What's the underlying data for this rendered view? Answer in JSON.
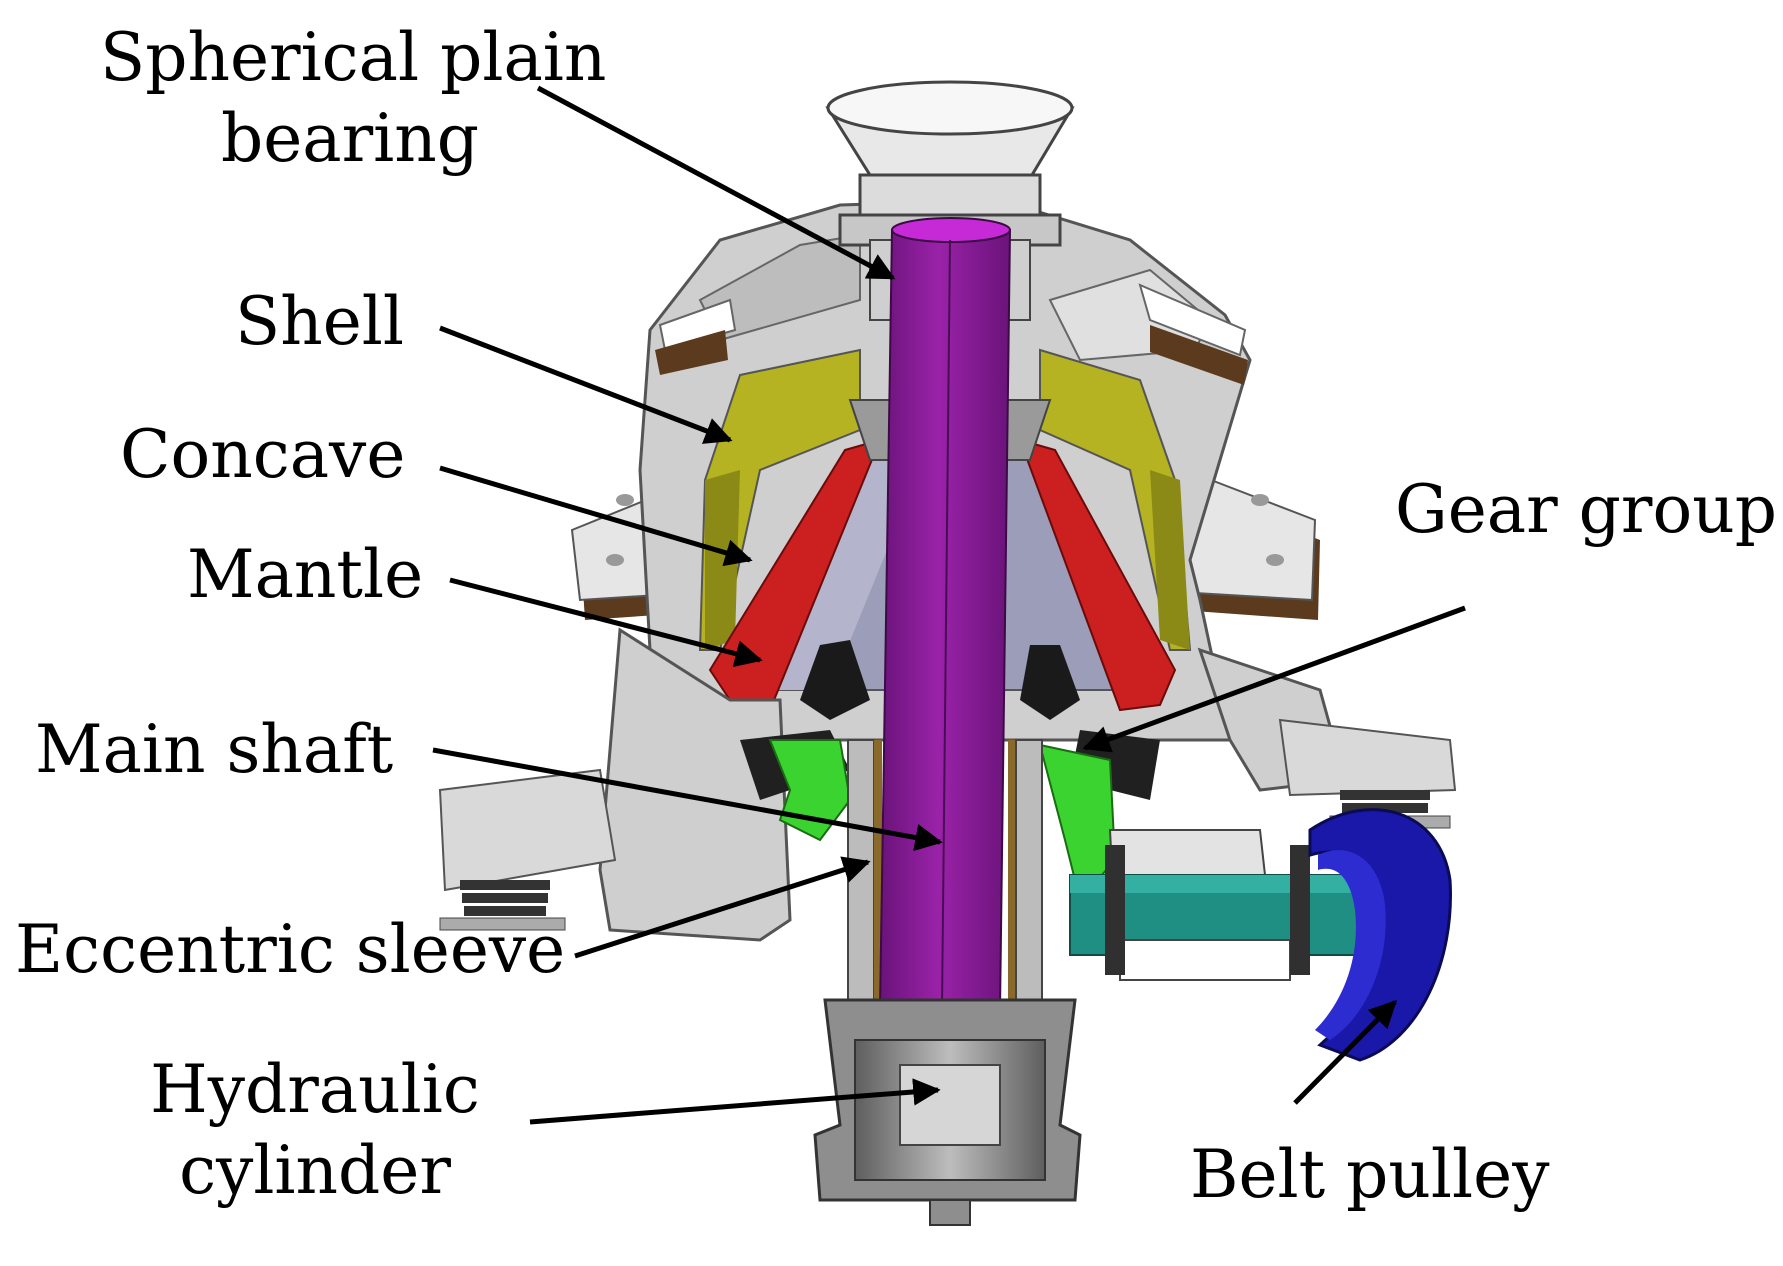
{
  "labels": {
    "spherical_plain_bearing_line1": "Spherical plain",
    "spherical_plain_bearing_line2": "bearing",
    "shell": "Shell",
    "concave": "Concave",
    "mantle": "Mantle",
    "main_shaft": "Main shaft",
    "eccentric_sleeve": "Eccentric sleeve",
    "hydraulic_cylinder_line1": "Hydraulic",
    "hydraulic_cylinder_line2": "cylinder",
    "gear_group": "Gear group",
    "belt_pulley": "Belt pulley"
  },
  "colors": {
    "shell": "#c9c9c9",
    "shell_dark": "#8e8e8e",
    "concave": "#b5b321",
    "mantle": "#cc1f1f",
    "main_shaft": "#8a1c95",
    "main_shaft_top": "#c52ad6",
    "gear_green": "#3ad32f",
    "drive_shaft": "#1f8f83",
    "belt_pulley": "#1a18a8",
    "bronze": "#8a6a2a",
    "arrow": "#000000"
  }
}
